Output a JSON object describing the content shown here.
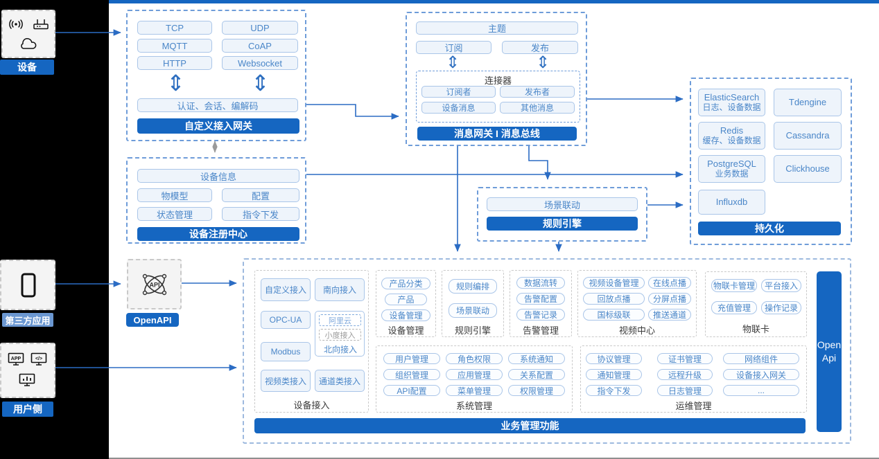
{
  "glyphs": {
    "double_arrow": "⇕"
  },
  "icons": {
    "app_text": "APP",
    "code_text": "</>",
    "api_text": "API"
  },
  "left_rail": {
    "device_label": "设备",
    "third_party_label": "第三方应用",
    "user_side_label": "用户侧"
  },
  "custom_gateway": {
    "protocols": [
      "TCP",
      "UDP",
      "MQTT",
      "CoAP",
      "HTTP",
      "Websocket"
    ],
    "auth_bar": "认证、会话、编解码",
    "title": "自定义接入网关"
  },
  "message_bus": {
    "topic": "主题",
    "subscribe": "订阅",
    "publish": "发布",
    "connector_title": "连接器",
    "connector_items": [
      "订阅者",
      "发布者",
      "设备消息",
      "其他消息"
    ],
    "title": "消息网关 I 消息总线"
  },
  "persistence": {
    "stores": [
      {
        "name": "ElasticSearch",
        "desc": "日志、设备数据"
      },
      {
        "name": "Tdengine",
        "desc": ""
      },
      {
        "name": "Redis",
        "desc": "缓存、设备数据"
      },
      {
        "name": "Cassandra",
        "desc": ""
      },
      {
        "name": "PostgreSQL",
        "desc": "业务数据"
      },
      {
        "name": "Clickhouse",
        "desc": ""
      },
      {
        "name": "Influxdb",
        "desc": ""
      }
    ],
    "title": "持久化"
  },
  "device_registry": {
    "device_info": "设备信息",
    "items": [
      "物模型",
      "配置",
      "状态管理",
      "指令下发"
    ],
    "title": "设备注册中心"
  },
  "rule_engine_mid": {
    "scene_link": "场景联动",
    "title": "规则引擎"
  },
  "open_api": {
    "label": "OpenAPI"
  },
  "business": {
    "title": "业务管理功能",
    "open_api_bar": {
      "line1": "Open",
      "line2": "Api"
    },
    "device_access": {
      "label": "设备接入",
      "custom": "自定义接入",
      "south": "南向接入",
      "opcua": "OPC-UA",
      "aliyun": "阿里云",
      "xiaodu": "小度接入",
      "north": "北向接入",
      "modbus": "Modbus",
      "video": "视频类接入",
      "channel": "通道类接入"
    },
    "device_mgmt": {
      "label": "设备管理",
      "items": [
        "产品分类",
        "产品",
        "设备管理"
      ]
    },
    "rule_engine": {
      "label": "规则引擎",
      "items": [
        "规则编排",
        "场景联动"
      ]
    },
    "alarm": {
      "label": "告警管理",
      "items": [
        "数据流转",
        "告警配置",
        "告警记录"
      ]
    },
    "video_center": {
      "label": "视频中心",
      "items": [
        "视频设备管理",
        "在线点播",
        "回放点播",
        "分屏点播",
        "国标级联",
        "推送通道"
      ]
    },
    "iot_card": {
      "label": "物联卡",
      "items": [
        "物联卡管理",
        "平台接入",
        "充值管理",
        "操作记录"
      ]
    },
    "system_mgmt": {
      "label": "系统管理",
      "items": [
        "用户管理",
        "角色权限",
        "系统通知",
        "组织管理",
        "应用管理",
        "关系配置",
        "API配置",
        "菜单管理",
        "权限管理"
      ]
    },
    "ops_mgmt": {
      "label": "运维管理",
      "items": [
        "协议管理",
        "证书管理",
        "网络组件",
        "通知管理",
        "远程升级",
        "设备接入网关",
        "指令下发",
        "日志管理",
        "..."
      ]
    }
  }
}
